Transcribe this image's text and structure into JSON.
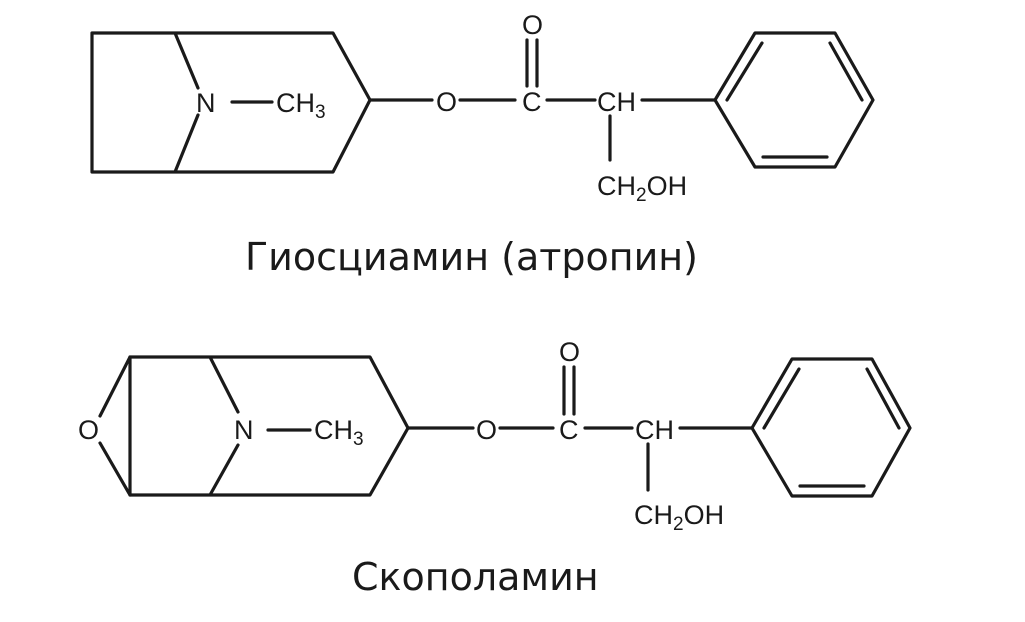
{
  "molecules": [
    {
      "name": "Гиосциамин (атропин)",
      "atoms": {
        "nitrogen": "N",
        "methyl": "CH",
        "methyl_sub": "3",
        "ester_oxygen": "O",
        "carbonyl_oxygen": "O",
        "carbonyl_carbon": "C",
        "ch": "CH",
        "ch2oh_a": "CH",
        "ch2oh_sub": "2",
        "ch2oh_b": "OH"
      }
    },
    {
      "name": "Скополамин",
      "atoms": {
        "epoxide_oxygen": "O",
        "nitrogen": "N",
        "methyl": "CH",
        "methyl_sub": "3",
        "ester_oxygen": "O",
        "carbonyl_oxygen": "O",
        "carbonyl_carbon": "C",
        "ch": "CH",
        "ch2oh_a": "CH",
        "ch2oh_sub": "2",
        "ch2oh_b": "OH"
      }
    }
  ]
}
